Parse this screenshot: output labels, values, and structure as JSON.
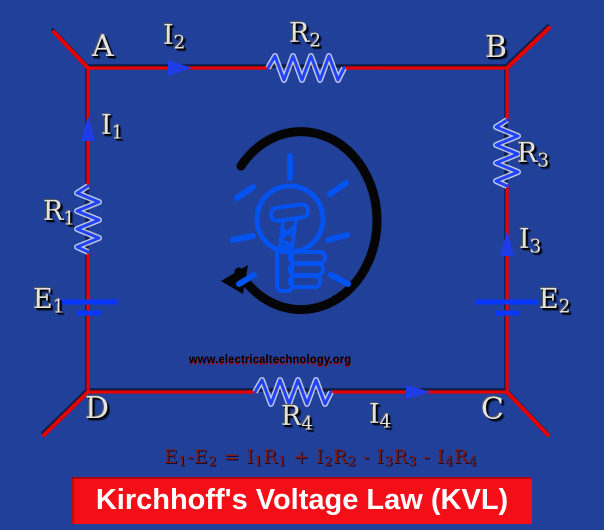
{
  "colors": {
    "background": "#21409a",
    "wire": "#e60000",
    "wire_shadow": "#000000",
    "resistor": "#2243f5",
    "resistor_highlight": "#ffffff",
    "battery": "#0837ff",
    "arrow": "#1e3ce8",
    "bulb": "#0453f1",
    "loop_arrow": "#050505",
    "label": "#e2e2e2",
    "equation_text": "#7e1a10",
    "watermark_text": "#000000",
    "banner_bg": "#f40e17",
    "banner_text": "#ffffff"
  },
  "nodes": {
    "a": "A",
    "b": "B",
    "c": "C",
    "d": "D"
  },
  "components": {
    "i1": {
      "main": "I",
      "sub": "1"
    },
    "i2": {
      "main": "I",
      "sub": "2"
    },
    "i3": {
      "main": "I",
      "sub": "3"
    },
    "i4": {
      "main": "I",
      "sub": "4"
    },
    "r1": {
      "main": "R",
      "sub": "1"
    },
    "r2": {
      "main": "R",
      "sub": "2"
    },
    "r3": {
      "main": "R",
      "sub": "3"
    },
    "r4": {
      "main": "R",
      "sub": "4"
    },
    "e1": {
      "main": "E",
      "sub": "1"
    },
    "e2": {
      "main": "E",
      "sub": "2"
    }
  },
  "watermark": "www.electricaltechnology.org",
  "equation": {
    "text": "E1-E2 = I1R1 + I2R2 - I3R3 - I4R4",
    "parts": [
      {
        "t": "E",
        "s": "1"
      },
      {
        "t": "-"
      },
      {
        "t": "E",
        "s": "2"
      },
      {
        "t": " = "
      },
      {
        "t": "I",
        "s": "1"
      },
      {
        "t": "R",
        "s": "1"
      },
      {
        "t": " + "
      },
      {
        "t": "I",
        "s": "2"
      },
      {
        "t": "R",
        "s": "2"
      },
      {
        "t": " - "
      },
      {
        "t": "I",
        "s": "3"
      },
      {
        "t": "R",
        "s": "3"
      },
      {
        "t": " - "
      },
      {
        "t": "I",
        "s": "4"
      },
      {
        "t": "R",
        "s": "4"
      }
    ]
  },
  "banner": {
    "title": "Kirchhoff's Voltage Law (KVL)"
  }
}
